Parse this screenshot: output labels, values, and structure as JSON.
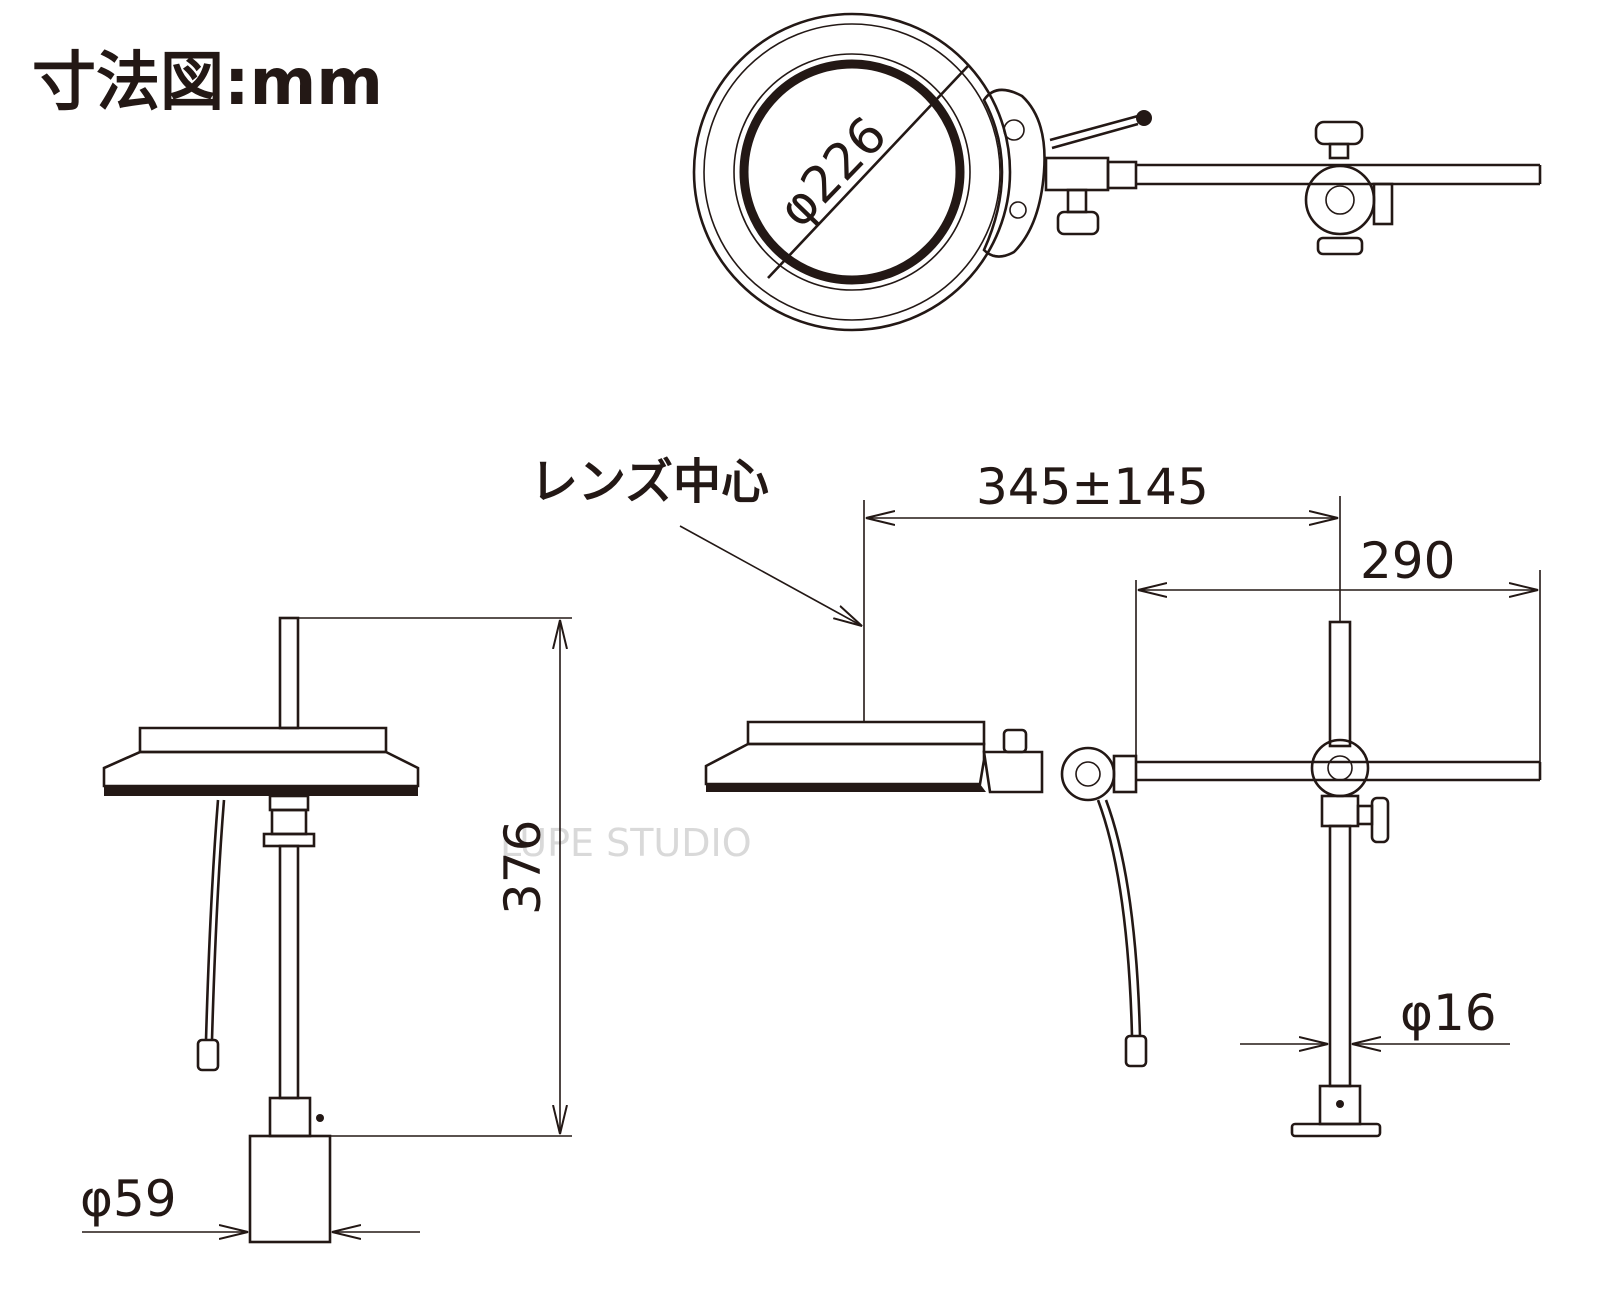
{
  "title": "寸法図:mm",
  "lens_center_label": "レンズ中心",
  "dimensions": {
    "lens_diameter": "φ226",
    "arm_reach": "345±145",
    "pole_offset": "290",
    "height": "376",
    "base_diameter": "φ59",
    "pole_diameter": "φ16"
  },
  "watermark": "LUPE STUDIO",
  "colors": {
    "line": "#231815",
    "background": "#ffffff",
    "watermark": "#d9d9d9"
  }
}
